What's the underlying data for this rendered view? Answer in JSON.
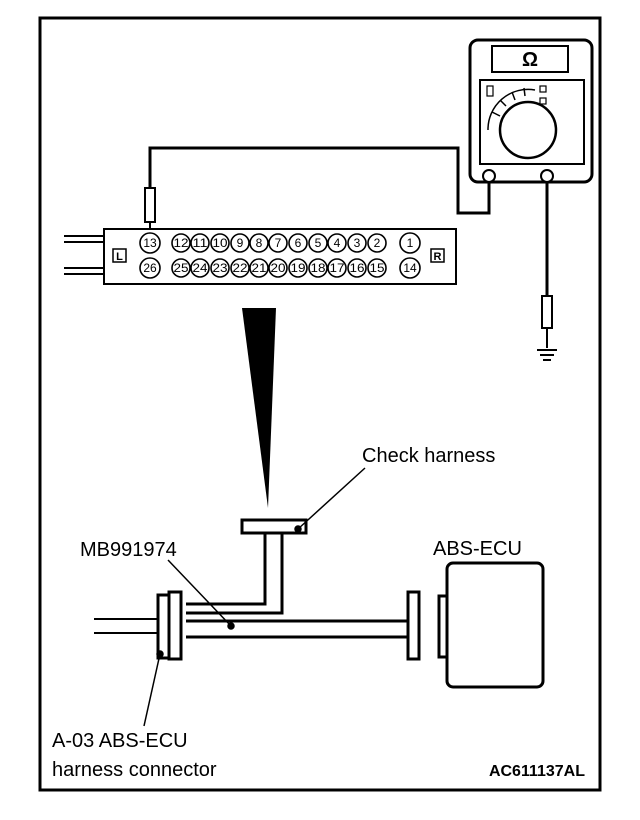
{
  "meter": {
    "symbol": "Ω"
  },
  "connector": {
    "side_left": "L",
    "side_right": "R",
    "top_pins": [
      "13",
      "12",
      "11",
      "10",
      "9",
      "8",
      "7",
      "6",
      "5",
      "4",
      "3",
      "2",
      "1"
    ],
    "bottom_pins": [
      "26",
      "25",
      "24",
      "23",
      "22",
      "21",
      "20",
      "19",
      "18",
      "17",
      "16",
      "15",
      "14"
    ]
  },
  "labels": {
    "check_harness": "Check harness",
    "tool": "MB991974",
    "ecu": "ABS-ECU",
    "harness_line1": "A-03 ABS-ECU",
    "harness_line2": "harness connector",
    "code": "AC611137AL"
  }
}
